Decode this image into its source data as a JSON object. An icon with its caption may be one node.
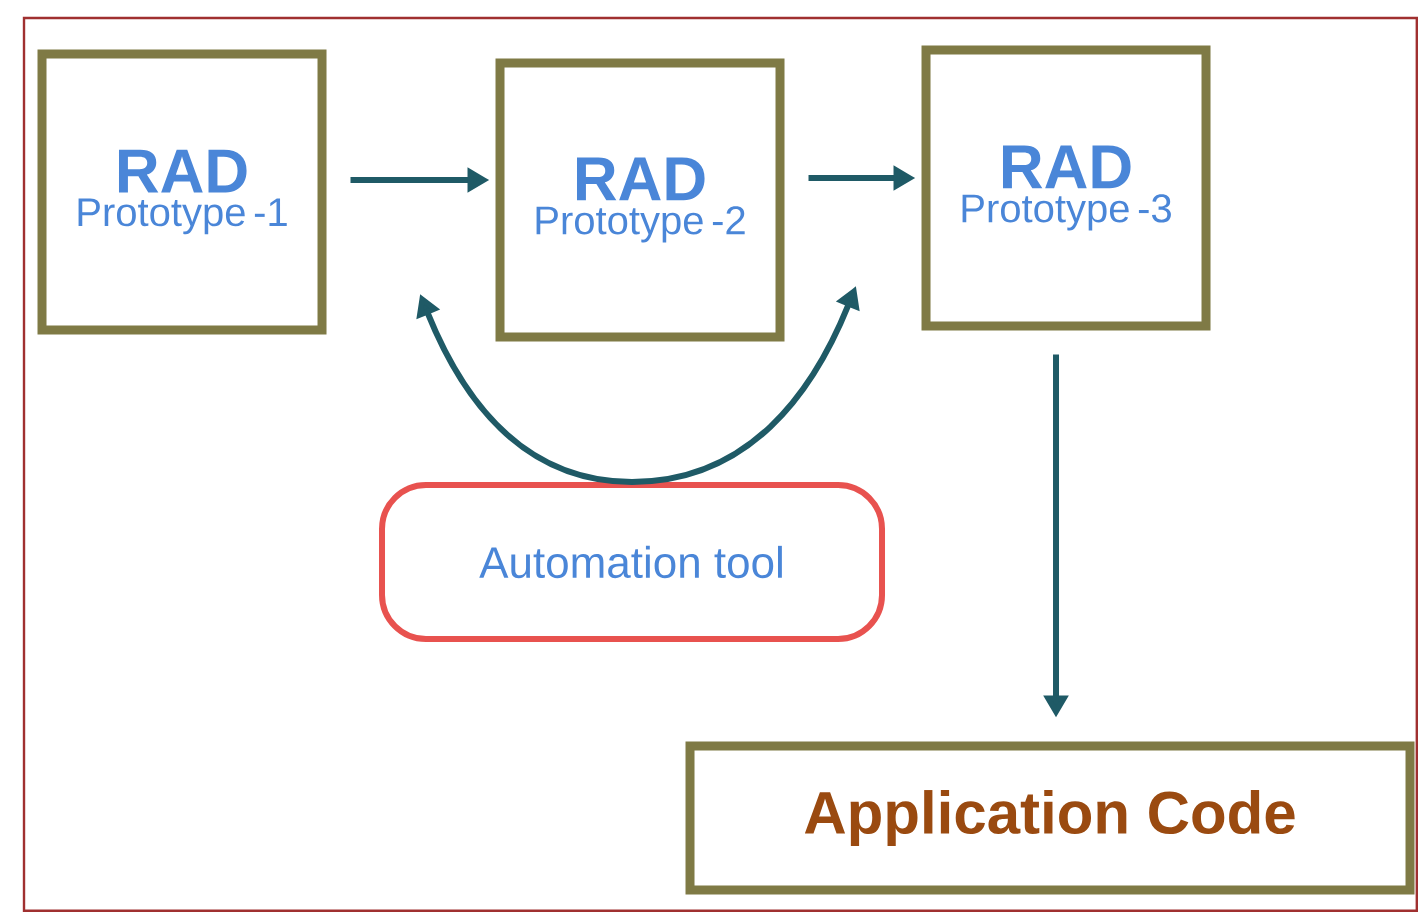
{
  "diagram": {
    "nodes": [
      {
        "text": [
          "RAD",
          "Prototype -1"
        ]
      },
      {
        "text": [
          "RAD",
          "Prototype -2"
        ]
      },
      {
        "text": [
          "RAD",
          "Prototype -3"
        ]
      },
      {
        "text": [
          "Automation tool"
        ]
      },
      {
        "text": [
          "Application Code"
        ]
      }
    ],
    "edges": [
      {
        "from": 0,
        "to": 1,
        "arrow": "to"
      },
      {
        "from": 1,
        "to": 2,
        "arrow": "to"
      },
      {
        "from": 2,
        "to": 4,
        "arrow": "to"
      },
      {
        "from": 3,
        "to": null,
        "arrow": "to"
      },
      {
        "from": 3,
        "to": null,
        "arrow": "to"
      }
    ]
  }
}
